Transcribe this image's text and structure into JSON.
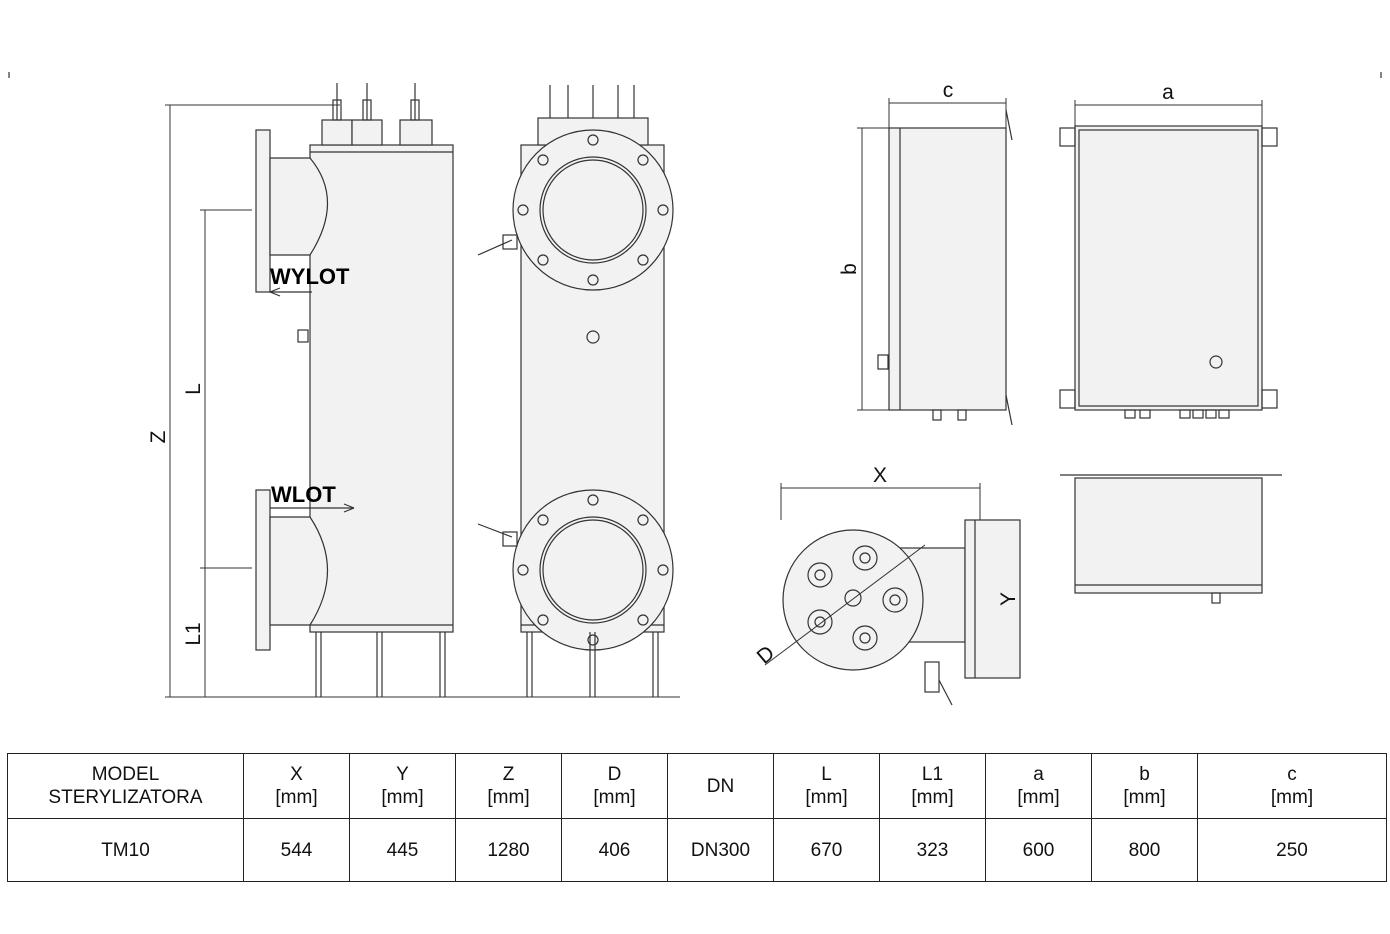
{
  "drawing": {
    "labels": {
      "outlet": "WYLOT",
      "inlet": "WLOT",
      "z": "Z",
      "l": "L",
      "l1": "L1",
      "c": "c",
      "a": "a",
      "b": "b",
      "x": "X",
      "y": "Y",
      "d": "D"
    }
  },
  "table": {
    "headers": [
      {
        "line1": "MODEL",
        "line2": "STERYLIZATORA"
      },
      {
        "line1": "X",
        "line2": "[mm]"
      },
      {
        "line1": "Y",
        "line2": "[mm]"
      },
      {
        "line1": "Z",
        "line2": "[mm]"
      },
      {
        "line1": "D",
        "line2": "[mm]"
      },
      {
        "line1": "DN",
        "line2": ""
      },
      {
        "line1": "L",
        "line2": "[mm]"
      },
      {
        "line1": "L1",
        "line2": "[mm]"
      },
      {
        "line1": "a",
        "line2": "[mm]"
      },
      {
        "line1": "b",
        "line2": "[mm]"
      },
      {
        "line1": "c",
        "line2": "[mm]"
      }
    ],
    "rows": [
      [
        "TM10",
        "544",
        "445",
        "1280",
        "406",
        "DN300",
        "670",
        "323",
        "600",
        "800",
        "250"
      ]
    ]
  }
}
